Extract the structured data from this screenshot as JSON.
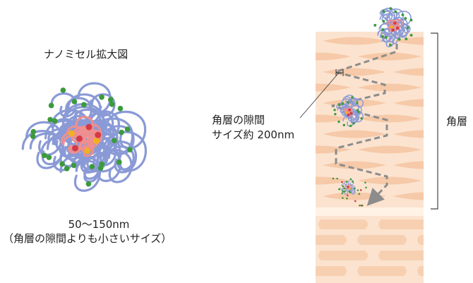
{
  "left_panel": {
    "title": "ナノミセル拡大図",
    "size_label": "50〜150nm",
    "size_note": "（角層の隙間よりも小さいサイズ）"
  },
  "right_panel": {
    "gap_label_line1": "角層の隙間",
    "gap_label_line2": "サイズ約 200nm",
    "layer_label": "角層"
  },
  "colors": {
    "polymer_chain": "#8a9ad6",
    "core": "#ef8f8f",
    "core_red_dot": "#d63a45",
    "core_yellow_dot": "#f2b020",
    "green_dot": "#3c9a3c",
    "skin_light": "#fbe3cf",
    "skin_dark": "#f6c9a8",
    "dashed_path": "#8c8c8c"
  }
}
